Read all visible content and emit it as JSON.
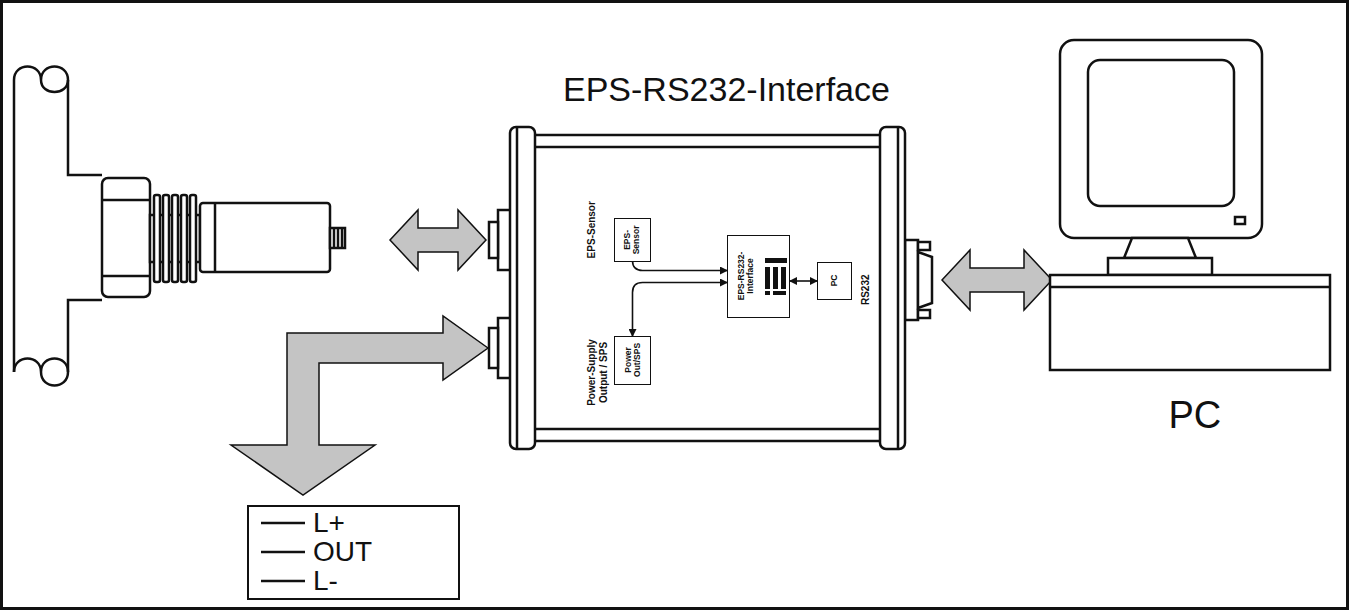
{
  "diagram": {
    "nodes": [
      {
        "text": [
          "EPS-RS232-Interface",
          "EPS-Sensor",
          "Power-Supply Output / SPS",
          "RS232"
        ]
      },
      {
        "text": [
          "EPS-Sensor"
        ],
        "in": 0
      },
      {
        "text": [
          "EPS-RS232-Interface"
        ],
        "in": 0
      },
      {
        "text": [
          "PC"
        ],
        "in": 0
      },
      {
        "text": [
          "Power Out/SPS"
        ],
        "in": 0
      },
      {
        "text": [
          "L+",
          "OUT",
          "L-"
        ]
      }
    ],
    "edges": [
      {
        "from": 1,
        "to": 2,
        "arrow": "both"
      },
      {
        "from": 2,
        "to": 3,
        "arrow": "both"
      },
      {
        "from": 4,
        "to": 2,
        "arrow": "both"
      },
      {
        "from": 0,
        "to": 5,
        "arrow": "both"
      }
    ],
    "labels": [
      "PC"
    ]
  }
}
